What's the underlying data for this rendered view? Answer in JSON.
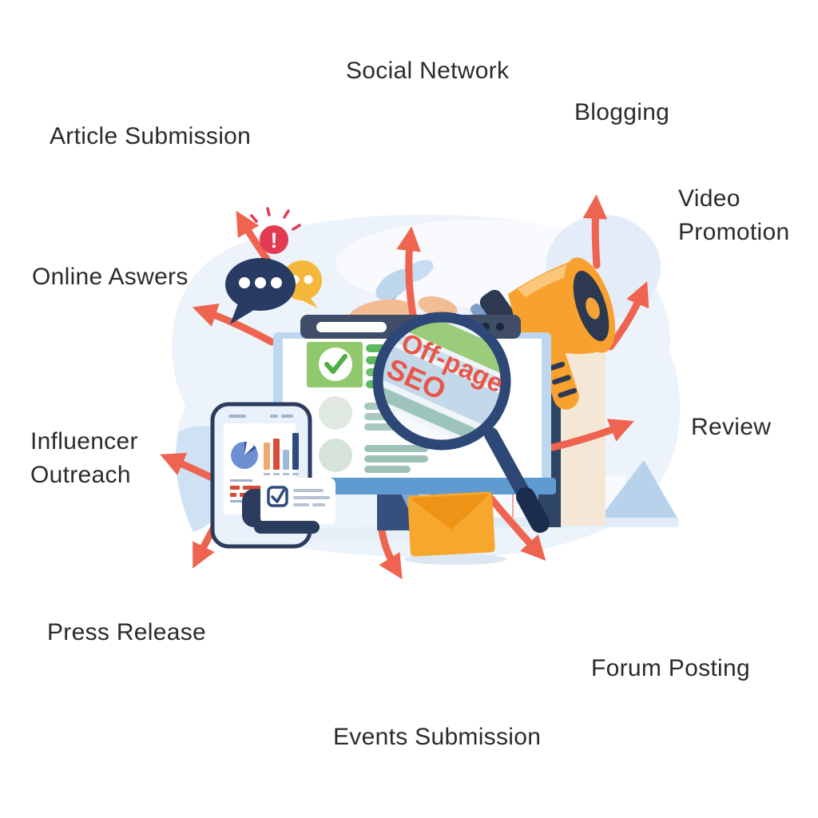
{
  "center": {
    "line1": "Off-page",
    "line2": "SEO"
  },
  "labels": {
    "social_network": "Social Network",
    "blogging": "Blogging",
    "article_submission": "Article Submission",
    "video_line1": "Video",
    "video_line2": "Promotion",
    "online_answers": "Online Aswers",
    "influencer_line1": "Influencer",
    "influencer_line2": "Outreach",
    "review": "Review",
    "press_release": "Press Release",
    "forum_posting": "Forum Posting",
    "events_submission": "Events Submission"
  },
  "icons": {
    "alert_mark": "!"
  },
  "colors": {
    "arrow": "#ee6450",
    "navy": "#2c3c5e",
    "orange": "#f8a12f",
    "green": "#5cb85c",
    "alert_red": "#e23a50",
    "seo_text": "#e8564a",
    "background_blob": "#edf3fa",
    "label_text": "#2b2b2e"
  }
}
